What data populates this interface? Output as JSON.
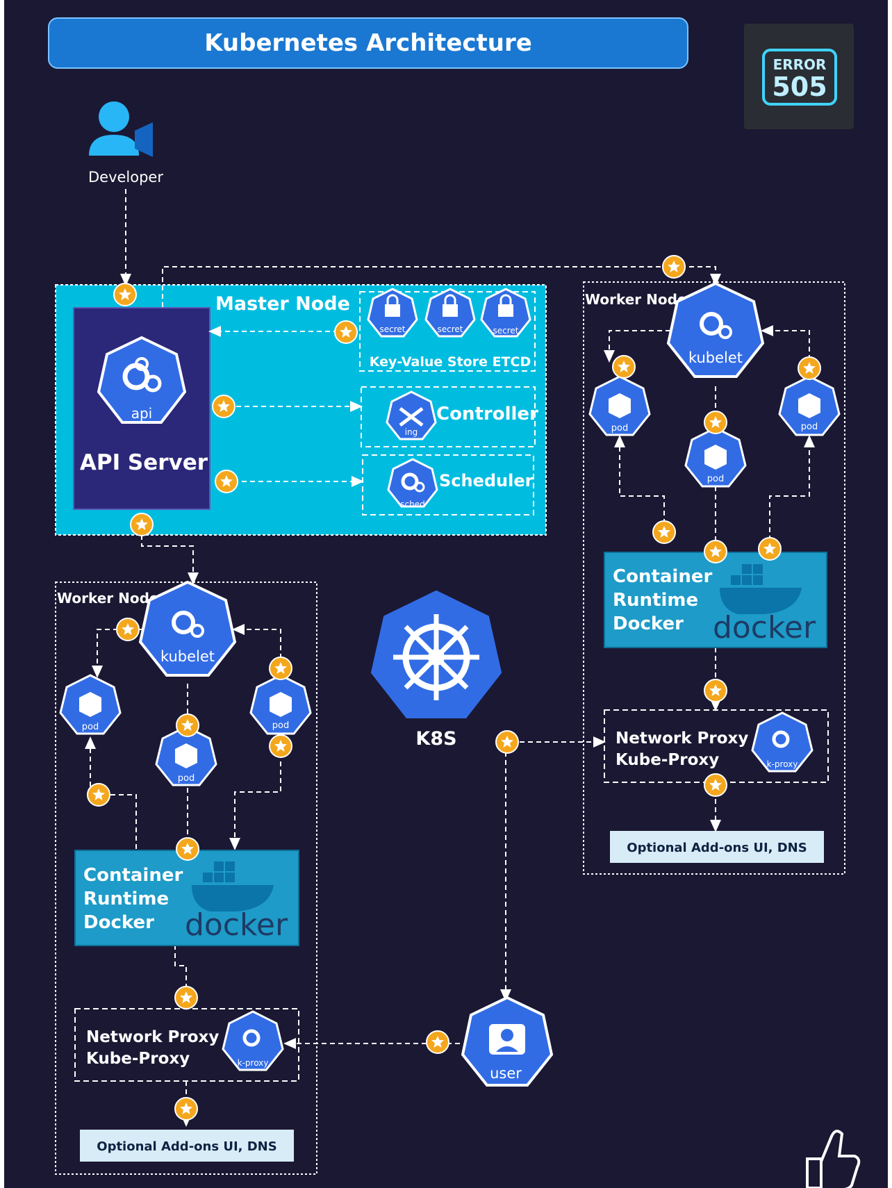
{
  "title": "Kubernetes Architecture",
  "logo": {
    "line1": "ERROR",
    "line2": "505"
  },
  "developer": {
    "label": "Developer"
  },
  "master": {
    "title": "Master Node",
    "api_label": "api",
    "api_server": "API Server",
    "secret_label": "secret",
    "etcd": "Key-Value Store ETCD",
    "controller": "Controller",
    "controller_icon": "ing",
    "scheduler": "Scheduler",
    "scheduler_icon": "sched"
  },
  "worker1": {
    "title": "Worker Node 1",
    "kubelet": "kubelet",
    "pod": "pod",
    "runtime_lines": [
      "Container",
      "Runtime",
      "Docker"
    ],
    "docker_word": "docker",
    "proxy_lines": [
      "Network Proxy",
      "Kube-Proxy"
    ],
    "proxy_icon": "k-proxy",
    "addons": "Optional Add-ons UI, DNS"
  },
  "worker2": {
    "title": "Worker Node 2",
    "kubelet": "kubelet",
    "pod": "pod",
    "runtime_lines": [
      "Container",
      "Runtime",
      "Docker"
    ],
    "docker_word": "docker",
    "proxy_lines": [
      "Network Proxy",
      "Kube-Proxy"
    ],
    "proxy_icon": "k-proxy",
    "addons": "Optional Add-ons UI, DNS"
  },
  "k8s": {
    "label": "K8S"
  },
  "user": {
    "label": "user"
  },
  "colors": {
    "background": "#1b1833",
    "title_bar": "#1a78d2",
    "master_panel": "#00bde0",
    "api_panel": "#2b2779",
    "k8s_blue": "#326ce5",
    "star_badge": "#f4a71d",
    "runtime_panel": "#1e9bc8",
    "addon_panel": "#d8ecf8"
  },
  "icons": [
    "developer-icon",
    "api-icon",
    "secret-icon",
    "controller-icon",
    "scheduler-icon",
    "kubelet-icon",
    "pod-icon",
    "docker-whale-icon",
    "k-proxy-icon",
    "k8s-helm-icon",
    "user-icon",
    "star-badge-icon",
    "thumbs-up-icon"
  ]
}
